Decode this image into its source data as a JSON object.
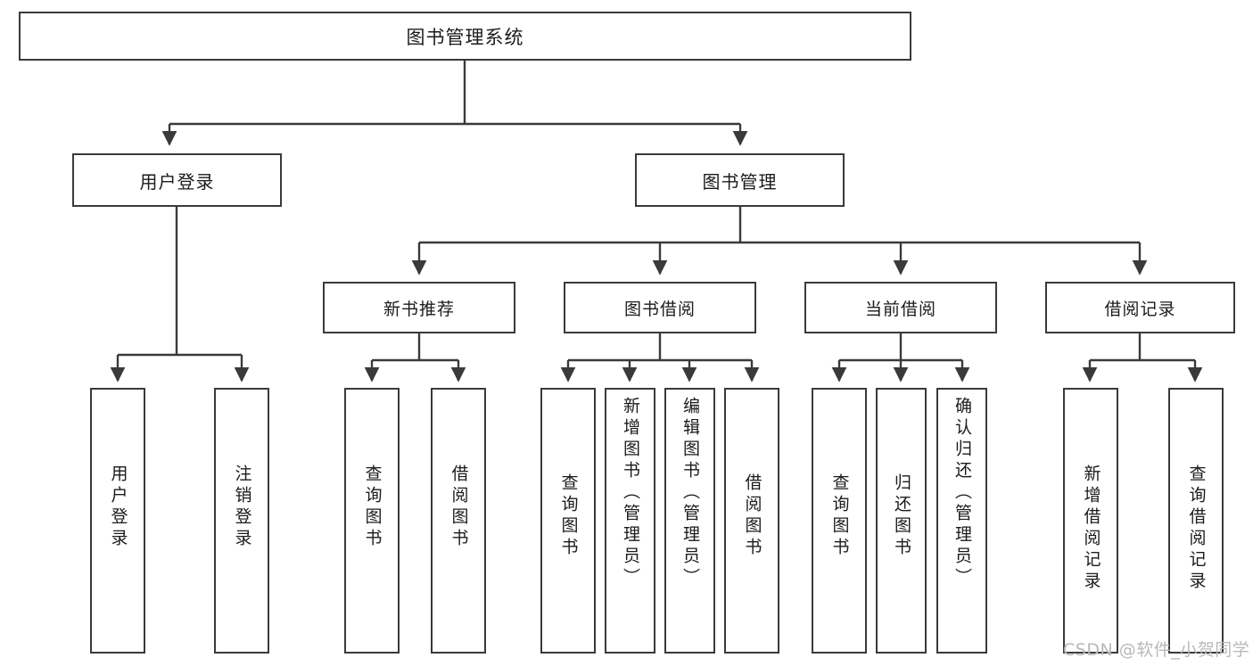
{
  "diagram": {
    "title": "图书管理系统",
    "type": "功能结构图",
    "line_color": "#3a3a3a",
    "box_fill": "#ffffff",
    "text_color": "#1b1b1b",
    "watermark_color": "#b9b9b9"
  },
  "root": {
    "label": "图书管理系统"
  },
  "level2": [
    {
      "label": "用户登录"
    },
    {
      "label": "图书管理"
    }
  ],
  "level3": [
    {
      "label": "新书推荐"
    },
    {
      "label": "图书借阅"
    },
    {
      "label": "当前借阅"
    },
    {
      "label": "借阅记录"
    }
  ],
  "leaves": {
    "user_login": [
      {
        "label": "用户登录"
      },
      {
        "label": "注销登录"
      }
    ],
    "new_book_recommend": [
      {
        "label": "查询图书"
      },
      {
        "label": "借阅图书"
      }
    ],
    "book_borrow": [
      {
        "label": "查询图书"
      },
      {
        "label": "新增图书（管理员）"
      },
      {
        "label": "编辑图书（管理员）"
      },
      {
        "label": "借阅图书"
      }
    ],
    "current_borrow": [
      {
        "label": "查询图书"
      },
      {
        "label": "归还图书"
      },
      {
        "label": "确认归还（管理员）"
      }
    ],
    "borrow_record": [
      {
        "label": "新增借阅记录"
      },
      {
        "label": "查询借阅记录"
      }
    ]
  },
  "watermark": {
    "text": "CSDN @软件_小贺同学"
  }
}
